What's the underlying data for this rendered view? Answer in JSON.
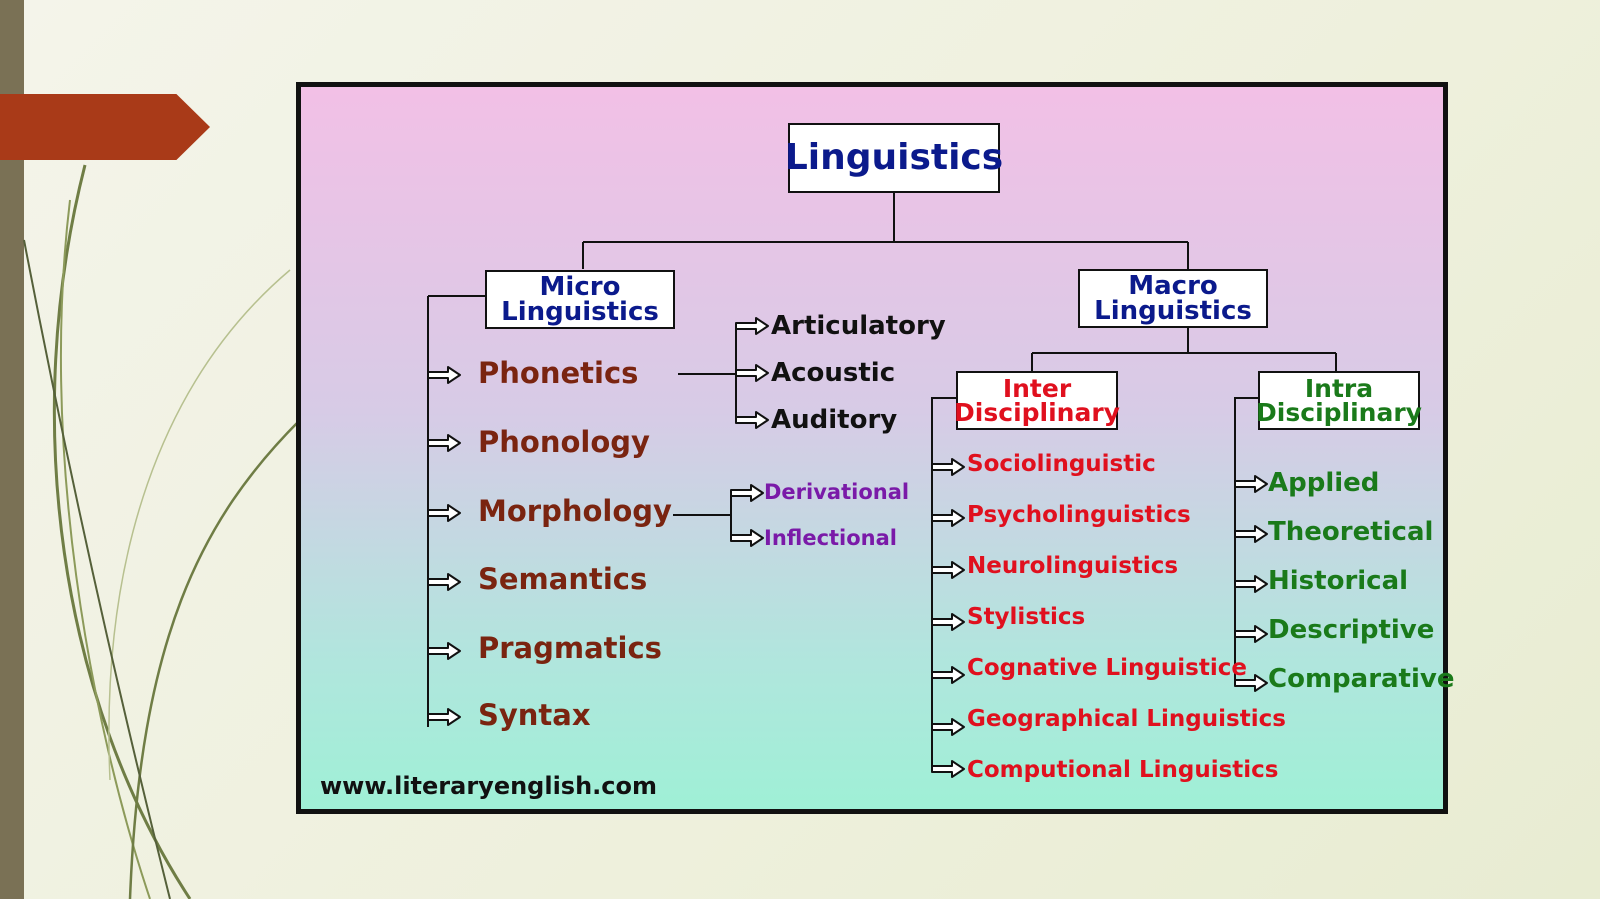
{
  "diagram": {
    "root": "Linguistics",
    "micro": {
      "line1": "Micro",
      "line2": "Linguistics"
    },
    "macro": {
      "line1": "Macro",
      "line2": "Linguistics"
    },
    "inter": {
      "line1": "Inter",
      "line2": "Disciplinary"
    },
    "intra": {
      "line1": "Intra",
      "line2": "Disciplinary"
    },
    "micro_branches": [
      "Phonetics",
      "Phonology",
      "Morphology",
      "Semantics",
      "Pragmatics",
      "Syntax"
    ],
    "phonetics_branches": [
      "Articulatory",
      "Acoustic",
      "Auditory"
    ],
    "morphology_branches": [
      "Derivational",
      "Inflectional"
    ],
    "inter_branches": [
      "Sociolinguistic",
      "Psycholinguistics",
      "Neurolinguistics",
      "Stylistics",
      "Cognative Linguistice",
      "Geographical Linguistics",
      "Computional Linguistics"
    ],
    "intra_branches": [
      "Applied",
      "Theoretical",
      "Historical",
      "Descriptive",
      "Comparative"
    ],
    "website": "www.literaryenglish.com"
  },
  "colors": {
    "box_title": "#0b1a8c",
    "micro_items": "#7a2410",
    "morphology_items": "#7a1aa8",
    "inter_items": "#e0101e",
    "intra_items": "#1a7a1a",
    "accent_tab": "#a93a18"
  }
}
